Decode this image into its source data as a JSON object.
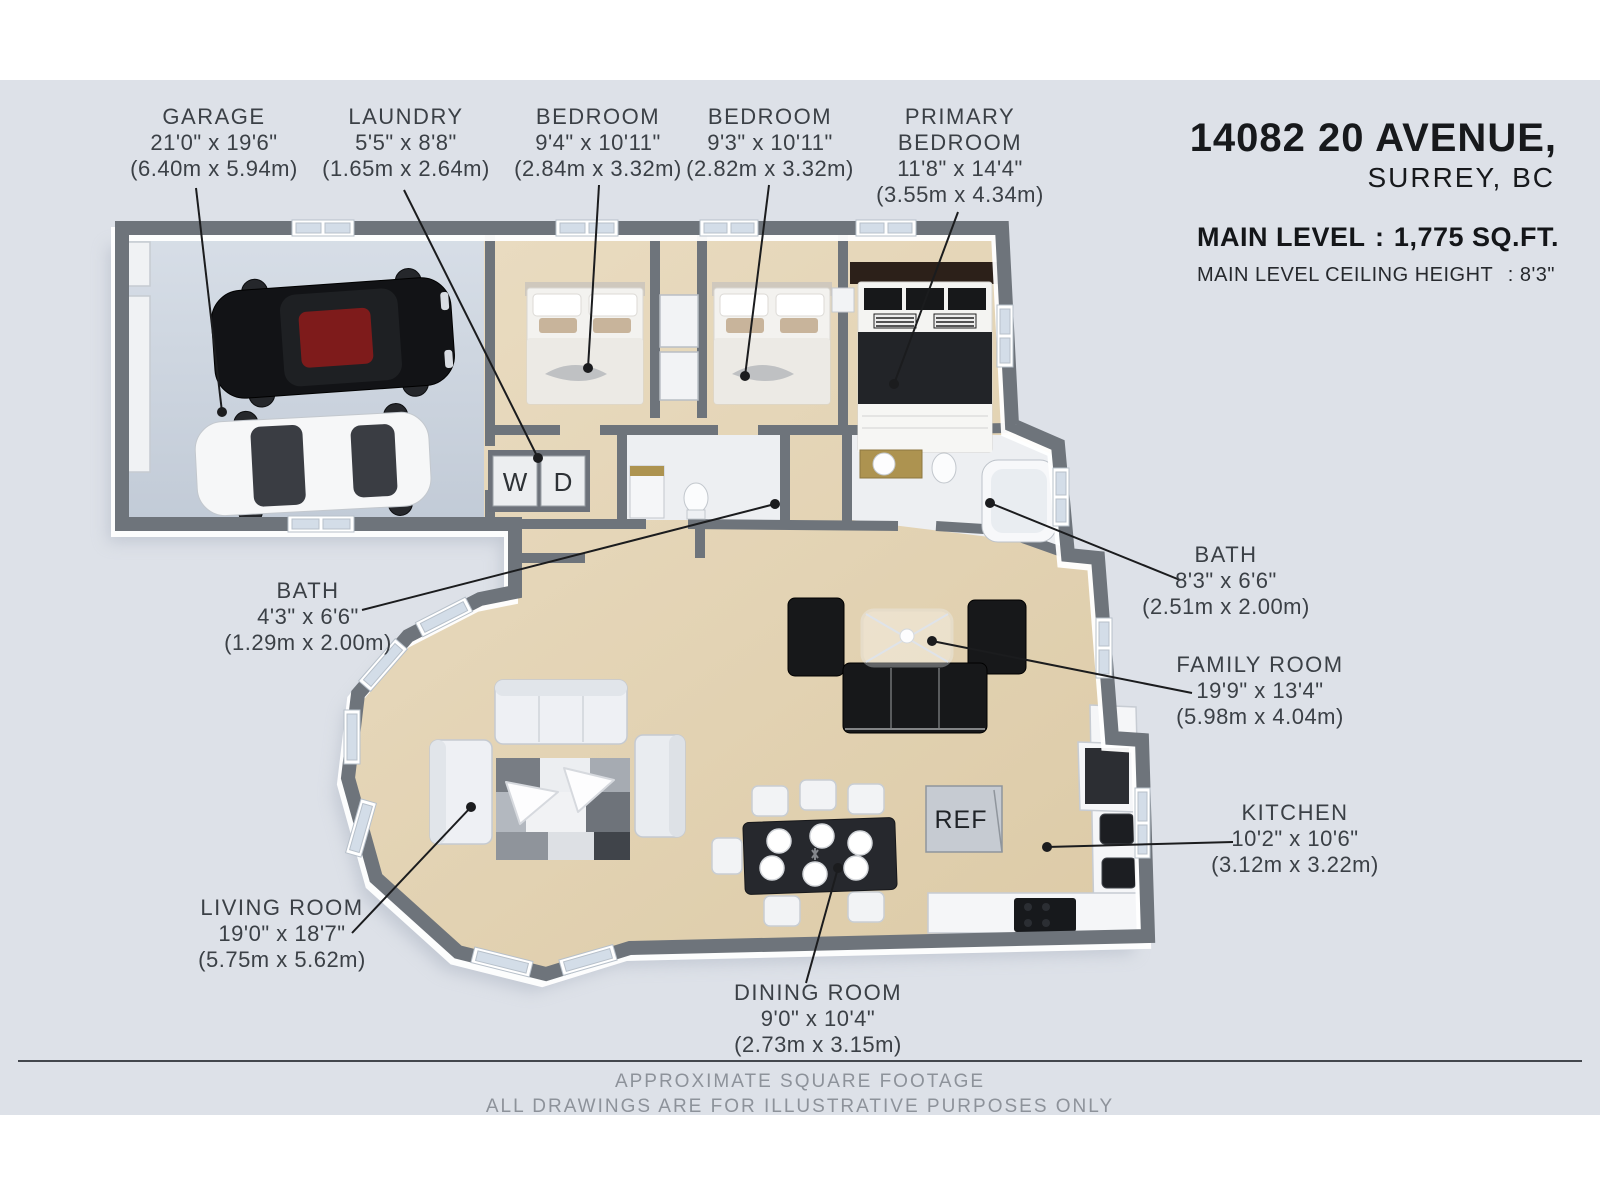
{
  "header": {
    "address_line1": "14082 20 AVENUE,",
    "address_line2": "SURREY, BC",
    "level_label": "MAIN LEVEL",
    "level_sep": ":",
    "level_area": "1,775 SQ.FT.",
    "ceiling_label": "MAIN LEVEL CEILING HEIGHT",
    "ceiling_value": ": 8'3\""
  },
  "rooms": {
    "garage": {
      "name": "GARAGE",
      "imperial": "21'0\" x 19'6\"",
      "metric": "(6.40m x 5.94m)"
    },
    "laundry": {
      "name": "LAUNDRY",
      "imperial": "5'5\" x 8'8\"",
      "metric": "(1.65m x 2.64m)"
    },
    "bedroom1": {
      "name": "BEDROOM",
      "imperial": "9'4\" x 10'11\"",
      "metric": "(2.84m x 3.32m)"
    },
    "bedroom2": {
      "name": "BEDROOM",
      "imperial": "9'3\" x 10'11\"",
      "metric": "(2.82m x 3.32m)"
    },
    "primary": {
      "name": "PRIMARY BEDROOM",
      "imperial": "11'8\" x 14'4\"",
      "metric": "(3.55m x 4.34m)"
    },
    "bath_main": {
      "name": "BATH",
      "imperial": "8'3\" x 6'6\"",
      "metric": "(2.51m x 2.00m)"
    },
    "family": {
      "name": "FAMILY ROOM",
      "imperial": "19'9\" x 13'4\"",
      "metric": "(5.98m x 4.04m)"
    },
    "kitchen": {
      "name": "KITCHEN",
      "imperial": "10'2\" x 10'6\"",
      "metric": "(3.12m x 3.22m)"
    },
    "bath_hall": {
      "name": "BATH",
      "imperial": "4'3\" x 6'6\"",
      "metric": "(1.29m x 2.00m)"
    },
    "living": {
      "name": "LIVING ROOM",
      "imperial": "19'0\" x 18'7\"",
      "metric": "(5.75m x 5.62m)"
    },
    "dining": {
      "name": "DINING ROOM",
      "imperial": "9'0\" x 10'4\"",
      "metric": "(2.73m x 3.15m)"
    }
  },
  "appliances": {
    "washer": "W",
    "dryer": "D",
    "fridge": "REF"
  },
  "footer": {
    "line1": "APPROXIMATE SQUARE FOOTAGE",
    "line2": "ALL DRAWINGS ARE FOR ILLUSTRATIVE PURPOSES ONLY"
  },
  "colors": {
    "background": "#dde1e8",
    "wall": "#6e747b",
    "wood_floor": "#e6d7ba",
    "garage_floor": "#cbd3de",
    "text": "#3b4046",
    "footer_text": "#8d929a",
    "leader": "#1b1c1e"
  }
}
